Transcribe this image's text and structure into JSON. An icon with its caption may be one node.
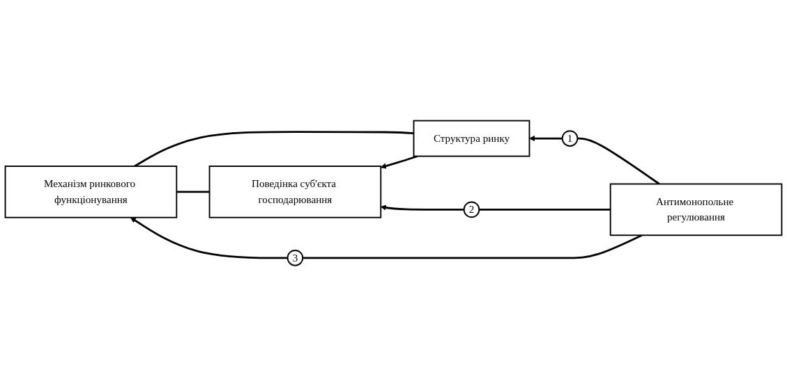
{
  "diagram": {
    "nodes": [
      {
        "text": [
          "Структура ринку"
        ]
      },
      {
        "text": [
          "Поведінка суб'єкта господарювання"
        ]
      },
      {
        "text": [
          "Антимонопольне регулювання"
        ]
      },
      {
        "text": [
          "Механізм ринкового функціонування"
        ]
      },
      {
        "text": [
          "1"
        ]
      },
      {
        "text": [
          "2"
        ]
      },
      {
        "text": [
          "3"
        ]
      }
    ],
    "edges": [
      {
        "from": 0,
        "to": 1,
        "arrow": "to"
      },
      {
        "from": 0,
        "to": 3,
        "arrow": "none"
      },
      {
        "from": 1,
        "to": 3,
        "arrow": "none"
      },
      {
        "from": 2,
        "to": 4,
        "arrow": "none"
      },
      {
        "from": 4,
        "to": 0,
        "arrow": "to"
      },
      {
        "from": 2,
        "to": 5,
        "arrow": "none"
      },
      {
        "from": 5,
        "to": 1,
        "arrow": "to"
      },
      {
        "from": 2,
        "to": 6,
        "arrow": "none"
      },
      {
        "from": 6,
        "to": 3,
        "arrow": "to"
      }
    ]
  }
}
